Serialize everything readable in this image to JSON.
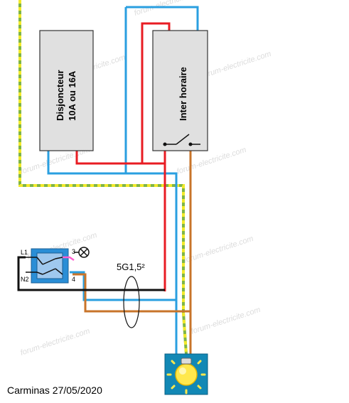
{
  "colors": {
    "phase": "#e81c23",
    "neutral": "#2a9fe0",
    "earth_yellow": "#f2e92a",
    "earth_green": "#7fb547",
    "return": "#c8742a",
    "control": "#111111",
    "module_fill": "#e0e0e0",
    "switch_box": "#2a8ed6",
    "lamp_box": "#1288b5",
    "lamp_glow": "#ffe84d",
    "pink": "#ff5fd0"
  },
  "breaker": {
    "line1": "Disjoncteur",
    "line2": "10A ou 16A"
  },
  "timer": {
    "label": "Inter horaire"
  },
  "switch": {
    "terminal_l1": "L1",
    "terminal_n2": "N2",
    "terminal_3": "3",
    "terminal_4": "4"
  },
  "cable": {
    "label": "5G1,5²"
  },
  "watermark": {
    "text": "forum-electricite.com"
  },
  "author": {
    "signature": "Carminas 27/05/2020"
  }
}
